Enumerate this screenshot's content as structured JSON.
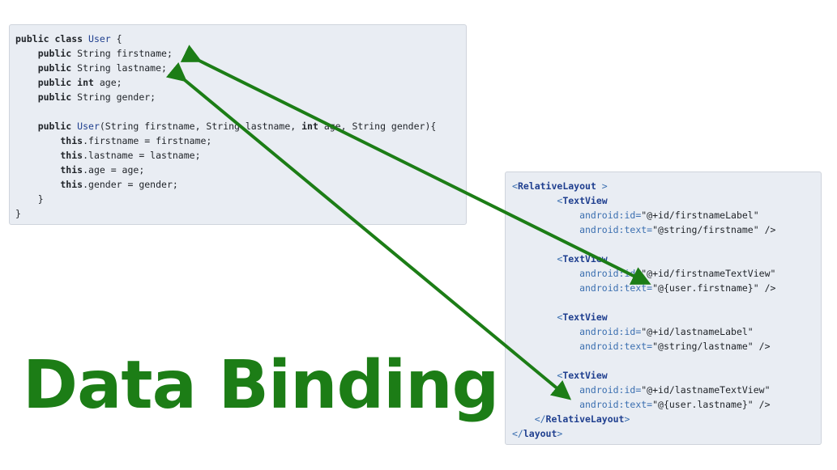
{
  "java_code": {
    "lines": [
      [
        {
          "t": "public class ",
          "c": "kw"
        },
        {
          "t": "User",
          "c": "type"
        },
        {
          "t": " {",
          "c": "plain"
        }
      ],
      [
        {
          "t": "    public ",
          "c": "kw"
        },
        {
          "t": "String firstname;",
          "c": "plain"
        }
      ],
      [
        {
          "t": "    public ",
          "c": "kw"
        },
        {
          "t": "String lastname;",
          "c": "plain"
        }
      ],
      [
        {
          "t": "    public int ",
          "c": "kw"
        },
        {
          "t": "age;",
          "c": "plain"
        }
      ],
      [
        {
          "t": "    public ",
          "c": "kw"
        },
        {
          "t": "String gender;",
          "c": "plain"
        }
      ],
      [
        {
          "t": "",
          "c": "plain"
        }
      ],
      [
        {
          "t": "    public ",
          "c": "kw"
        },
        {
          "t": "User",
          "c": "type"
        },
        {
          "t": "(String firstname, String lastname, ",
          "c": "plain"
        },
        {
          "t": "int",
          "c": "kw"
        },
        {
          "t": " age, String gender){",
          "c": "plain"
        }
      ],
      [
        {
          "t": "        this",
          "c": "kw"
        },
        {
          "t": ".firstname = firstname;",
          "c": "plain"
        }
      ],
      [
        {
          "t": "        this",
          "c": "kw"
        },
        {
          "t": ".lastname = lastname;",
          "c": "plain"
        }
      ],
      [
        {
          "t": "        this",
          "c": "kw"
        },
        {
          "t": ".age = age;",
          "c": "plain"
        }
      ],
      [
        {
          "t": "        this",
          "c": "kw"
        },
        {
          "t": ".gender = gender;",
          "c": "plain"
        }
      ],
      [
        {
          "t": "    }",
          "c": "plain"
        }
      ],
      [
        {
          "t": "}",
          "c": "plain"
        }
      ]
    ]
  },
  "xml_code": {
    "lines": [
      [
        {
          "t": "<",
          "c": "attr"
        },
        {
          "t": "RelativeLayout",
          "c": "tag"
        },
        {
          "t": " >",
          "c": "attr"
        }
      ],
      [
        {
          "t": "        <",
          "c": "attr"
        },
        {
          "t": "TextView",
          "c": "tag"
        }
      ],
      [
        {
          "t": "            android:id=",
          "c": "attr"
        },
        {
          "t": "\"@+id/firstnameLabel\"",
          "c": "val"
        }
      ],
      [
        {
          "t": "            android:text=",
          "c": "attr"
        },
        {
          "t": "\"@string/firstname\" />",
          "c": "val"
        }
      ],
      [
        {
          "t": "",
          "c": "plain"
        }
      ],
      [
        {
          "t": "        <",
          "c": "attr"
        },
        {
          "t": "TextView",
          "c": "tag"
        }
      ],
      [
        {
          "t": "            android:id=",
          "c": "attr"
        },
        {
          "t": "\"@+id/firstnameTextView\"",
          "c": "val"
        }
      ],
      [
        {
          "t": "            android:text=",
          "c": "attr"
        },
        {
          "t": "\"@{user.firstname}\" />",
          "c": "val"
        }
      ],
      [
        {
          "t": "",
          "c": "plain"
        }
      ],
      [
        {
          "t": "        <",
          "c": "attr"
        },
        {
          "t": "TextView",
          "c": "tag"
        }
      ],
      [
        {
          "t": "            android:id=",
          "c": "attr"
        },
        {
          "t": "\"@+id/lastnameLabel\"",
          "c": "val"
        }
      ],
      [
        {
          "t": "            android:text=",
          "c": "attr"
        },
        {
          "t": "\"@string/lastname\" />",
          "c": "val"
        }
      ],
      [
        {
          "t": "",
          "c": "plain"
        }
      ],
      [
        {
          "t": "        <",
          "c": "attr"
        },
        {
          "t": "TextView",
          "c": "tag"
        }
      ],
      [
        {
          "t": "            android:id=",
          "c": "attr"
        },
        {
          "t": "\"@+id/lastnameTextView\"",
          "c": "val"
        }
      ],
      [
        {
          "t": "            android:text=",
          "c": "attr"
        },
        {
          "t": "\"@{user.lastname}\" />",
          "c": "val"
        }
      ],
      [
        {
          "t": "    </",
          "c": "attr"
        },
        {
          "t": "RelativeLayout",
          "c": "tag"
        },
        {
          "t": ">",
          "c": "attr"
        }
      ],
      [
        {
          "t": "</",
          "c": "attr"
        },
        {
          "t": "layout",
          "c": "tag"
        },
        {
          "t": ">",
          "c": "attr"
        }
      ]
    ]
  },
  "title": "Data Binding",
  "colors": {
    "arrow": "#1c7d16",
    "title": "#1c7d16",
    "panel_bg": "#e9edf3"
  }
}
